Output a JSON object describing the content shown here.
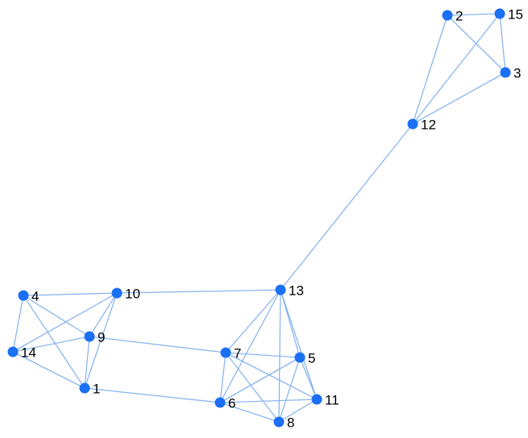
{
  "colors": {
    "node": "#1a6ff5",
    "edge": "#8ab6f0"
  },
  "graph": {
    "nodes": [
      {
        "id": "1",
        "label": "1"
      },
      {
        "id": "2",
        "label": "2"
      },
      {
        "id": "3",
        "label": "3"
      },
      {
        "id": "4",
        "label": "4"
      },
      {
        "id": "5",
        "label": "5"
      },
      {
        "id": "6",
        "label": "6"
      },
      {
        "id": "7",
        "label": "7"
      },
      {
        "id": "8",
        "label": "8"
      },
      {
        "id": "9",
        "label": "9"
      },
      {
        "id": "10",
        "label": "10"
      },
      {
        "id": "11",
        "label": "11"
      },
      {
        "id": "12",
        "label": "12"
      },
      {
        "id": "13",
        "label": "13"
      },
      {
        "id": "14",
        "label": "14"
      },
      {
        "id": "15",
        "label": "15"
      }
    ],
    "edges": [
      [
        "2",
        "15"
      ],
      [
        "2",
        "3"
      ],
      [
        "2",
        "12"
      ],
      [
        "15",
        "3"
      ],
      [
        "15",
        "12"
      ],
      [
        "3",
        "12"
      ],
      [
        "12",
        "13"
      ],
      [
        "13",
        "10"
      ],
      [
        "13",
        "7"
      ],
      [
        "13",
        "5"
      ],
      [
        "13",
        "6"
      ],
      [
        "13",
        "11"
      ],
      [
        "13",
        "8"
      ],
      [
        "7",
        "5"
      ],
      [
        "7",
        "6"
      ],
      [
        "7",
        "11"
      ],
      [
        "7",
        "8"
      ],
      [
        "5",
        "6"
      ],
      [
        "5",
        "11"
      ],
      [
        "5",
        "8"
      ],
      [
        "6",
        "11"
      ],
      [
        "6",
        "8"
      ],
      [
        "11",
        "8"
      ],
      [
        "9",
        "7"
      ],
      [
        "1",
        "6"
      ],
      [
        "4",
        "10"
      ],
      [
        "4",
        "9"
      ],
      [
        "4",
        "14"
      ],
      [
        "4",
        "1"
      ],
      [
        "10",
        "9"
      ],
      [
        "10",
        "14"
      ],
      [
        "10",
        "1"
      ],
      [
        "9",
        "14"
      ],
      [
        "9",
        "1"
      ],
      [
        "14",
        "1"
      ]
    ]
  }
}
